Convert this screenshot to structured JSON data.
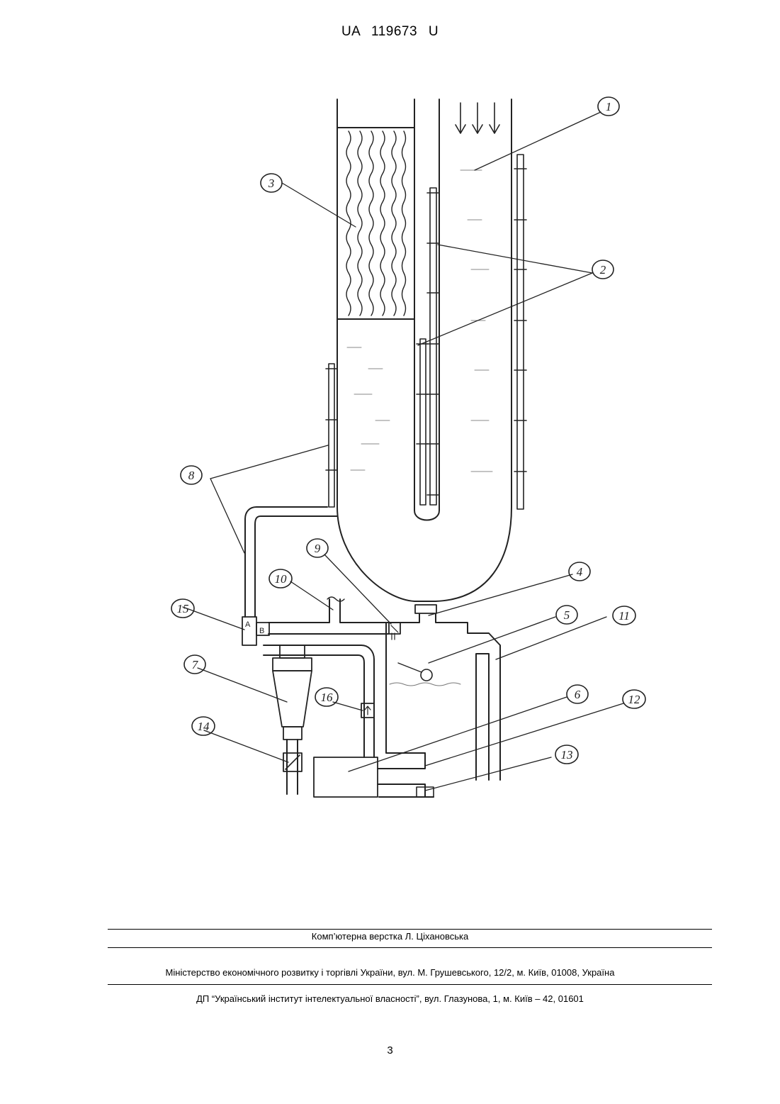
{
  "header": {
    "title": "UA 119673 U"
  },
  "figure": {
    "labels": [
      "1",
      "2",
      "2",
      "3",
      "4",
      "5",
      "6",
      "7",
      "8",
      "8",
      "9",
      "10",
      "11",
      "12",
      "13",
      "14",
      "15",
      "16"
    ],
    "valve_letters": {
      "a": "A",
      "b": "B"
    }
  },
  "footer": {
    "layout_credit": "Комп’ютерна верстка Л. Ціхановська",
    "ministry": "Міністерство економічного розвитку і торгівлі України, вул. М. Грушевського, 12/2, м. Київ, 01008, Україна",
    "institute": "ДП “Український інститут інтелектуальної власності”, вул. Глазунова, 1, м. Київ – 42, 01601"
  },
  "page": {
    "number": "3"
  }
}
